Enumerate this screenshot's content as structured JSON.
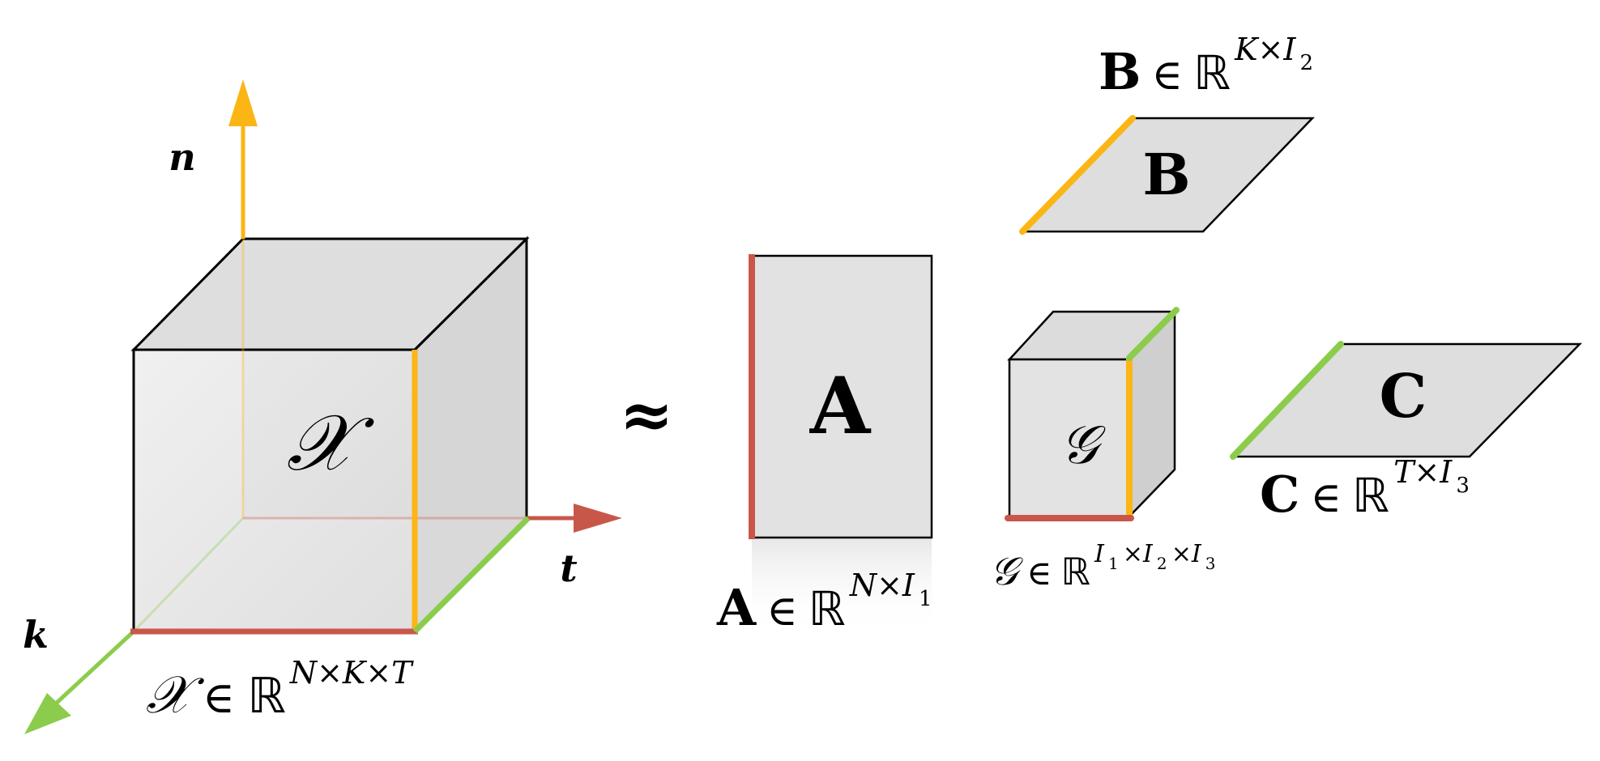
{
  "colors": {
    "red": "#c8574a",
    "yellow": "#fbb615",
    "green": "#8ccc4c",
    "face": "#e3e3e3",
    "edge": "#000000"
  },
  "axes": {
    "n_label": "n",
    "t_label": "t",
    "k_label": "k"
  },
  "tensor_x": {
    "symbol": "𝒳",
    "caption_symbol": "𝒳",
    "in": "∈",
    "field": "ℝ",
    "exponent": "N×K×T"
  },
  "approx": "≈",
  "factor_a": {
    "symbol": "A",
    "caption_symbol": "A",
    "in": "∈",
    "field": "ℝ",
    "exponent": "N×I",
    "exponent_sub": "1"
  },
  "factor_b": {
    "symbol": "B",
    "caption_symbol": "B",
    "in": "∈",
    "field": "ℝ",
    "exponent": "K×I",
    "exponent_sub": "2"
  },
  "core_g": {
    "symbol": "𝒢",
    "caption_symbol": "𝒢",
    "in": "∈",
    "field": "ℝ",
    "e1": "I",
    "s1": "1",
    "e2": "×I",
    "s2": "2",
    "e3": "×I",
    "s3": "3"
  },
  "factor_c": {
    "symbol": "C",
    "caption_symbol": "C",
    "in": "∈",
    "field": "ℝ",
    "exponent": "T×I",
    "exponent_sub": "3"
  }
}
